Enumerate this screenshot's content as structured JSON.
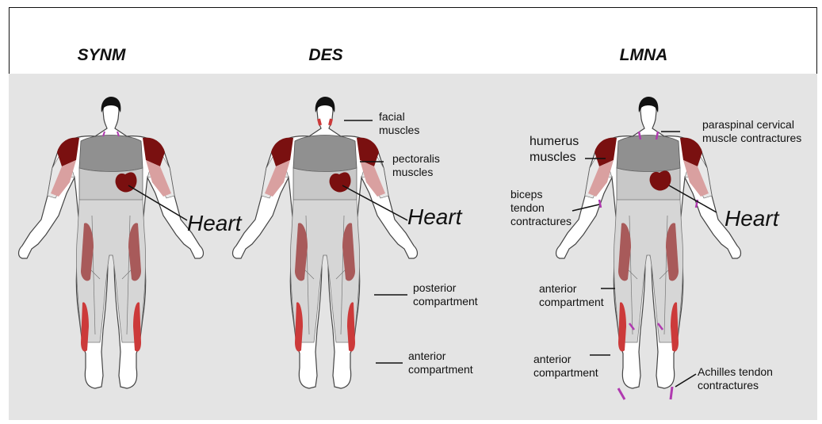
{
  "columns": [
    {
      "title": "SYNM",
      "heart_label": "Heart",
      "annotations": []
    },
    {
      "title": "DES",
      "heart_label": "Heart",
      "annotations": [
        {
          "line1": "facial",
          "line2": "muscles"
        },
        {
          "line1": "pectoralis",
          "line2": "muscles"
        },
        {
          "line1": "posterior",
          "line2": "compartment"
        },
        {
          "line1": "anterior",
          "line2": "compartment"
        }
      ]
    },
    {
      "title": "LMNA",
      "heart_label": "Heart",
      "annotations": [
        {
          "line1": "paraspinal cervical",
          "line2": "muscle contractures"
        },
        {
          "line1": "humerus",
          "line2": "muscles"
        },
        {
          "line1": "biceps",
          "line2": "tendon",
          "line3": "contractures"
        },
        {
          "line1": "anterior",
          "line2": "compartment"
        },
        {
          "line1": "anterior",
          "line2": "compartment"
        },
        {
          "line1": "Achilles tendon",
          "line2": "contractures"
        }
      ]
    }
  ],
  "colors": {
    "background_panel": "#e4e4e4",
    "skin_fill": "#ffffff",
    "torso_gray": "#909090",
    "abdomen_gray": "#c8c8c8",
    "leg_gray": "#d6d6d6",
    "shoulder_dark_red": "#7a1010",
    "upper_arm_pink": "#d9a0a0",
    "heart_red": "#7a0f0f",
    "thigh_muscle": "#a85a5a",
    "calf_muscle": "#cc3a3a",
    "contracture_magenta": "#b03ab0",
    "hair": "#111111"
  }
}
